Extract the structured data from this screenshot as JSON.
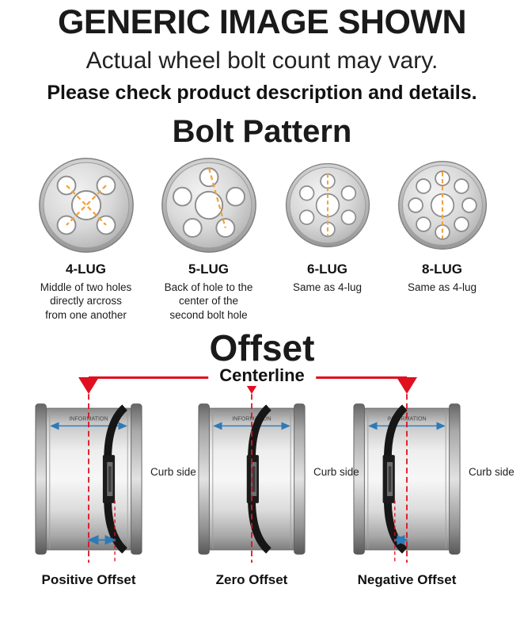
{
  "header": {
    "title": "GENERIC IMAGE SHOWN",
    "subtitle": "Actual wheel bolt count may vary.",
    "note": "Please check product description and details."
  },
  "bolt_pattern": {
    "title": "Bolt Pattern",
    "lugs": [
      {
        "label": "4-LUG",
        "description": "Middle of two holes directly arcross from one another"
      },
      {
        "label": "5-LUG",
        "description": "Back of hole to the center of the second bolt hole"
      },
      {
        "label": "6-LUG",
        "description": "Same as 4-lug"
      },
      {
        "label": "8-LUG",
        "description": "Same as 4-lug"
      }
    ]
  },
  "offset": {
    "title": "Offset",
    "centerline_label": "Centerline",
    "curb_side_label": "Curb side",
    "rim_text": "INFORMATION",
    "types": [
      {
        "label": "Positive Offset"
      },
      {
        "label": "Zero Offset"
      },
      {
        "label": "Negative Offset"
      }
    ]
  },
  "colors": {
    "accent_red": "#e01020",
    "dashed_orange": "#f2a33c",
    "measure_blue": "#2d7ab8",
    "wheel_gray": "#c8c8c8"
  }
}
